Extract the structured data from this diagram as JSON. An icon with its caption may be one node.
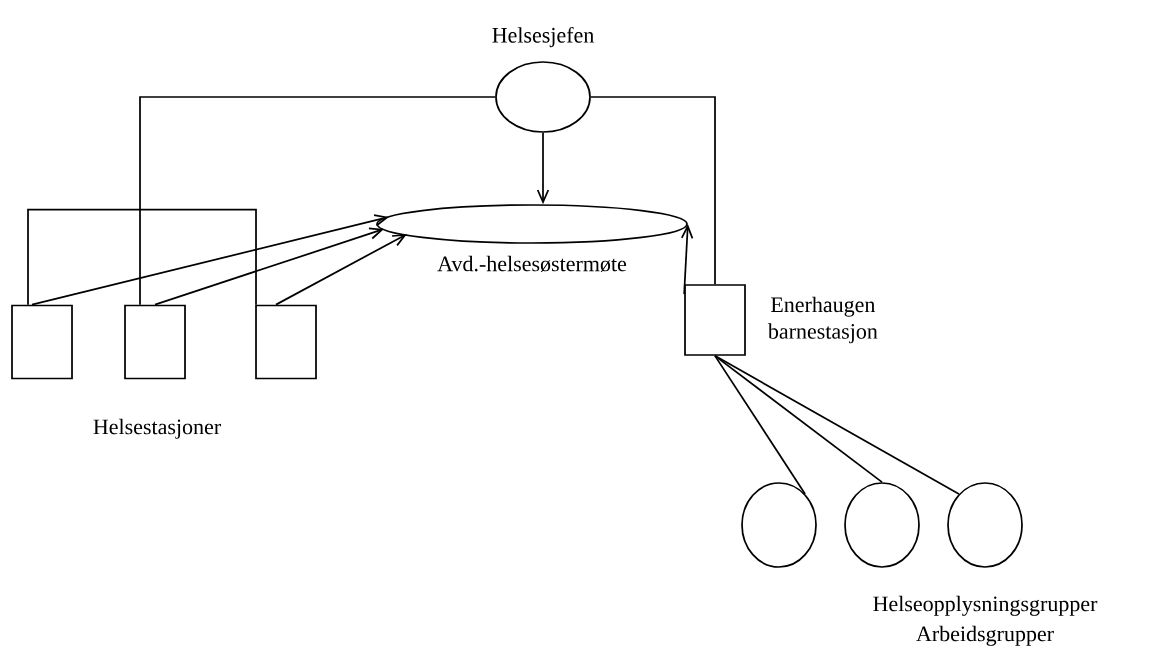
{
  "diagram": {
    "nodes": [
      {
        "text": [
          "Helsesjefen"
        ]
      },
      {
        "text": [
          "Avd.-helsesøstermøte"
        ]
      },
      {
        "text": [],
        "shape": "box"
      },
      {
        "text": [],
        "shape": "box"
      },
      {
        "text": [],
        "shape": "box"
      },
      {
        "text": [],
        "shape": "box",
        "beside": [
          "Enerhaugen barnestasjon"
        ]
      },
      {
        "text": [],
        "shape": "circle"
      },
      {
        "text": [],
        "shape": "circle"
      },
      {
        "text": [],
        "shape": "circle"
      }
    ],
    "edges": [
      {
        "from": 0,
        "to": 1,
        "arrow": "to"
      },
      {
        "from": 0,
        "to": 3,
        "arrow": "none"
      },
      {
        "from": 0,
        "to": 5,
        "arrow": "none"
      },
      {
        "from": 2,
        "to": 4,
        "arrow": "none"
      },
      {
        "from": 2,
        "to": 1,
        "arrow": "to"
      },
      {
        "from": 3,
        "to": 1,
        "arrow": "to"
      },
      {
        "from": 4,
        "to": 1,
        "arrow": "to"
      },
      {
        "from": 5,
        "to": 1,
        "arrow": "to"
      },
      {
        "from": 5,
        "to": 6,
        "arrow": "none"
      },
      {
        "from": 5,
        "to": 7,
        "arrow": "none"
      },
      {
        "from": 5,
        "to": 8,
        "arrow": "none"
      }
    ],
    "labels": [
      "Helsestasjoner",
      "Helseopplysningsgrupper",
      "Arbeidsgrupper"
    ]
  }
}
